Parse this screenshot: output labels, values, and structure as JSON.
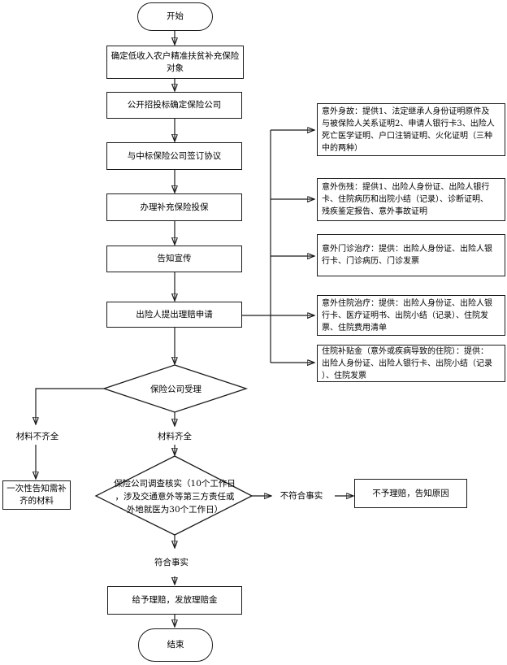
{
  "palette": {
    "line": "#1b1b1b",
    "box_bg": "#ffffff",
    "text": "#000000",
    "page_bg": "#ffffff"
  },
  "flow": {
    "start": "开始",
    "steps": [
      {
        "id": "identify",
        "label": "确定低收入农户精准扶贫补充保险\n对象"
      },
      {
        "id": "tender",
        "label": "公开招投标确定保险公司"
      },
      {
        "id": "sign",
        "label": "与中标保险公司签订协议"
      },
      {
        "id": "apply",
        "label": "办理补充保险投保"
      },
      {
        "id": "publicize",
        "label": "告知宣传"
      },
      {
        "id": "claim",
        "label": "出险人提出理赔申请"
      }
    ],
    "decision_accept": "保险公司受理",
    "branch_incomplete": "材料不齐全",
    "branch_complete": "材料齐全",
    "supplement": "一次性告知需补\n齐的材料",
    "decision_verify": "保险公司调查核实（10个工作日\n，涉及交通意外等第三方责任或\n外地就医为30个工作日）",
    "branch_false": "不符合事实",
    "reject": "不予理赔，告知原因",
    "branch_true": "符合事实",
    "pay": "给予理赔，发放理赔金",
    "end": "结束"
  },
  "attachments": [
    {
      "id": "accidental-death",
      "label": "意外身故：提供1、法定继承人身份证明原件及\n与被保险人关系证明2、申请人银行卡3、出险人\n死亡医学证明、户口注销证明、火化证明（三种\n中的两种）"
    },
    {
      "id": "accidental-disability",
      "label": "意外伤残：提供1、出险人身份证、出险人银行\n卡、住院病历和出院小结（记录）、诊断证明、\n残疾鉴定报告、意外事故证明"
    },
    {
      "id": "outpatient",
      "label": "意外门诊治疗：提供：出险人身份证、出险人银\n行卡、门诊病历、门诊发票"
    },
    {
      "id": "hospitalization",
      "label": "意外住院治疗：提供：出险人身份证、出险人银\n行卡、医疗证明书、出院小结（记录）、住院发\n票、住院费用清单"
    },
    {
      "id": "hospital-subsidy",
      "label": "住院补贴金（意外或疾病导致的住院）：提供：\n出险人身份证、出险人银行卡、出院小结（记录\n）、住院发票"
    }
  ]
}
